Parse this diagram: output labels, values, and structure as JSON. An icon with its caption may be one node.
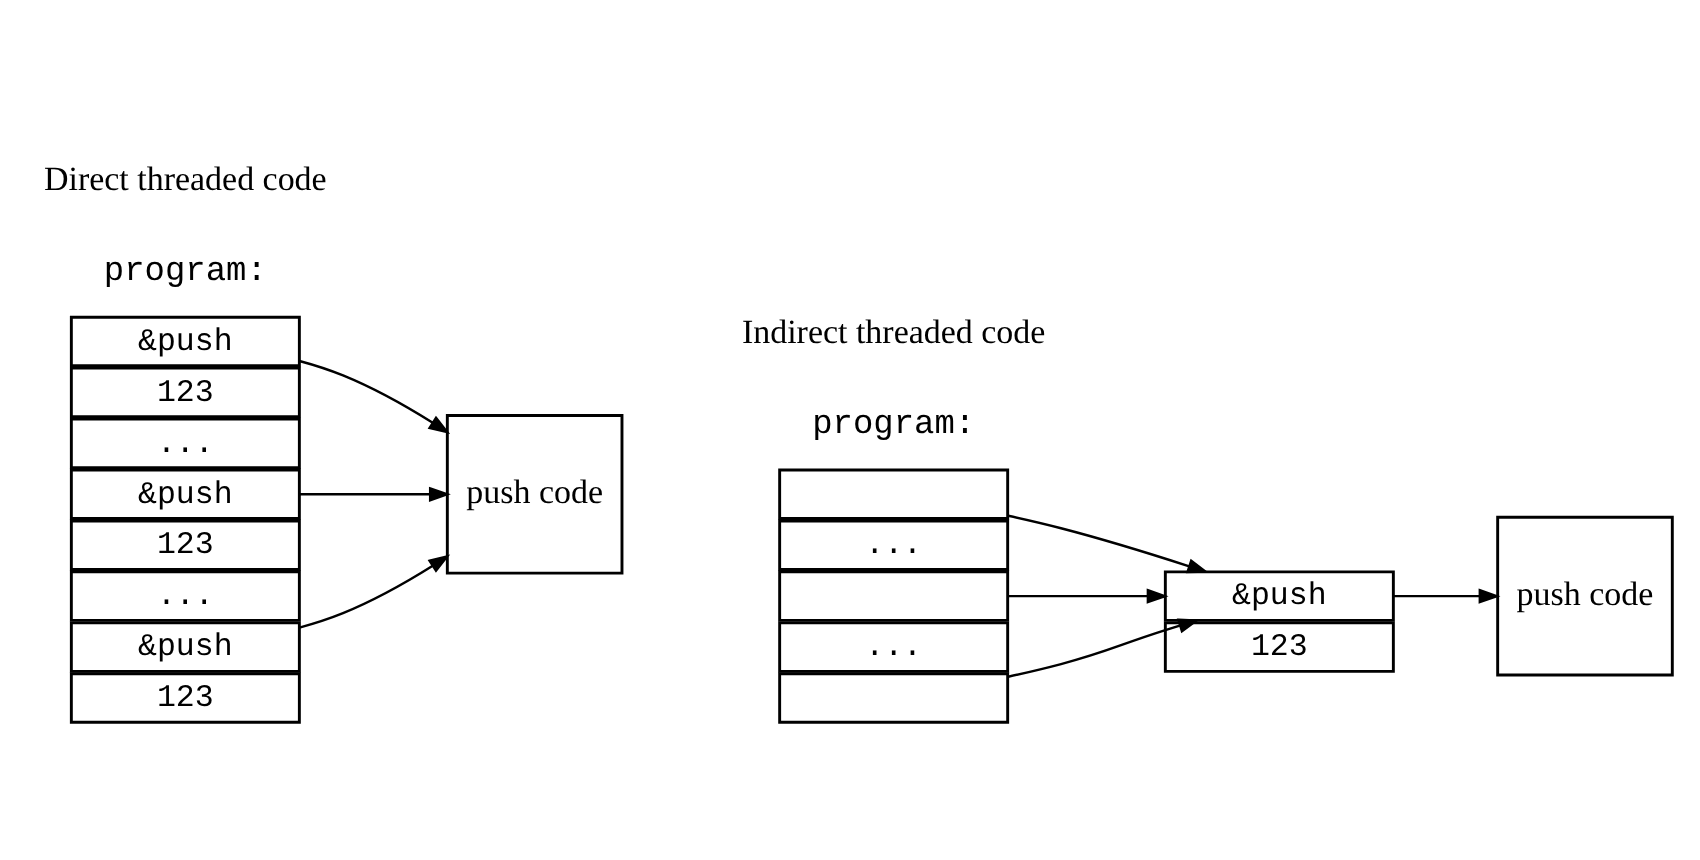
{
  "diagram": {
    "nodes": [
      {
        "text": [
          "&push"
        ]
      },
      {
        "text": [
          "123"
        ]
      },
      {
        "text": [
          "..."
        ]
      },
      {
        "text": [
          "&push"
        ]
      },
      {
        "text": [
          "123"
        ]
      },
      {
        "text": [
          "..."
        ]
      },
      {
        "text": [
          "&push"
        ]
      },
      {
        "text": [
          "123"
        ]
      },
      {
        "text": [
          "push code"
        ]
      },
      {
        "text": [],
        "shape": "box"
      },
      {
        "text": [
          "..."
        ]
      },
      {
        "text": [],
        "shape": "box"
      },
      {
        "text": [
          "..."
        ]
      },
      {
        "text": [],
        "shape": "box"
      },
      {
        "text": [
          "&push"
        ]
      },
      {
        "text": [
          "123"
        ]
      },
      {
        "text": [
          "push code"
        ]
      }
    ],
    "edges": [
      {
        "from": 0,
        "to": 8,
        "arrow": "to"
      },
      {
        "from": 3,
        "to": 8,
        "arrow": "to"
      },
      {
        "from": 6,
        "to": 8,
        "arrow": "to"
      },
      {
        "from": 9,
        "to": 14,
        "arrow": "to"
      },
      {
        "from": 11,
        "to": 14,
        "arrow": "to"
      },
      {
        "from": 13,
        "to": 14,
        "arrow": "to"
      },
      {
        "from": 14,
        "to": 16,
        "arrow": "to"
      }
    ],
    "labels": [
      "Direct threaded code",
      "program:",
      "Indirect threaded code",
      "program:"
    ]
  }
}
